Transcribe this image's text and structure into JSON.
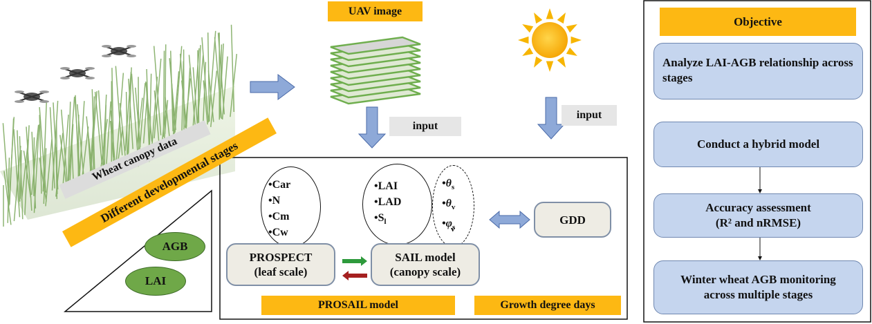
{
  "uav_image_label": "UAV image",
  "input_label_left": "input",
  "input_label_right": "input",
  "wheat_canopy_label": "Wheat canopy data",
  "stages_label": "Different developmental stages",
  "agb_label": "AGB",
  "lai_label": "LAI",
  "prospect": {
    "params": [
      "•Car",
      "•N",
      "•Cm",
      "•Cw"
    ],
    "title": "PROSPECT",
    "subtitle": "(leaf scale)"
  },
  "sail": {
    "params": [
      "•LAI",
      "•LAD",
      "•S"
    ],
    "param_subscript": "l",
    "title": "SAIL model",
    "subtitle": "(canopy scale)"
  },
  "angles": [
    {
      "symbol": "•θ",
      "sub": "s"
    },
    {
      "symbol": "•θ",
      "sub": "v"
    },
    {
      "symbol": "•φ",
      "sub": "s"
    }
  ],
  "angles_tail": "v",
  "gdd_label": "GDD",
  "prosail_label": "PROSAIL model",
  "growth_label": "Growth degree days",
  "objective": {
    "title": "Objective",
    "steps": [
      "Analyze LAI-AGB relationship across stages",
      "Conduct a hybrid model",
      "Accuracy assessment",
      "(R² and nRMSE)",
      "Winter wheat AGB monitoring across multiple stages"
    ]
  },
  "colors": {
    "orange": "#fdb813",
    "blue_box": "#c5d5ee",
    "green": "#6fa848",
    "arrow_blue": "#8ea9d8"
  },
  "icons": [
    "drone-icon",
    "sun-icon",
    "image-stack-icon",
    "wheat-field-illustration"
  ]
}
